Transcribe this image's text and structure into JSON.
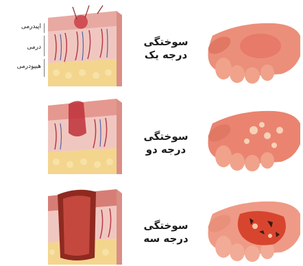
{
  "layers": [
    "اپیدرمی",
    "درمی",
    "هیپودرمی"
  ],
  "burns": [
    {
      "line1": "سوختگی",
      "line2": "درجه یک"
    },
    {
      "line1": "سوختگی",
      "line2": "درجه دو"
    },
    {
      "line1": "سوختگی",
      "line2": "درجه سه"
    }
  ]
}
